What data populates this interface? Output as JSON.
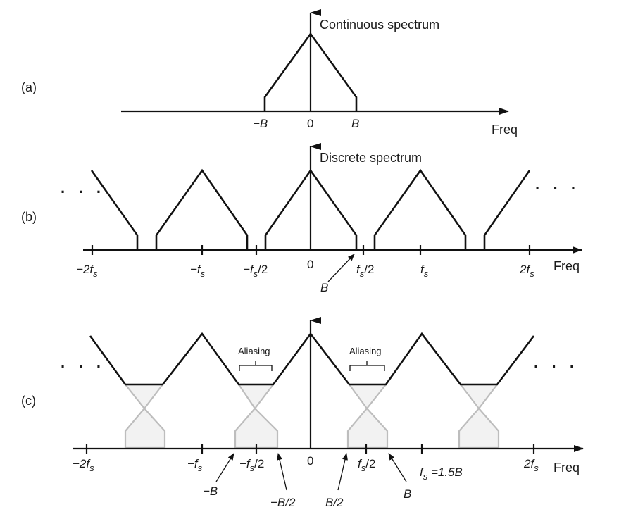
{
  "panels": {
    "a": {
      "label": "(a)",
      "title": "Continuous spectrum",
      "ticks": {
        "minus_b": "−B",
        "zero": "0",
        "b": "B"
      },
      "axis_label": "Freq"
    },
    "b": {
      "label": "(b)",
      "title": "Discrete spectrum",
      "ticks": {
        "minus_2fs": "−2f",
        "minus_fs": "−f",
        "minus_fs_half": "−f",
        "zero": "0",
        "fs_half": "f",
        "fs": "f",
        "two_fs": "2f"
      },
      "subscript": "s",
      "half_suffix": "/2",
      "pointer_b": "B",
      "axis_label": "Freq",
      "ellipsis": "· · ·"
    },
    "c": {
      "label": "(c)",
      "aliasing_label": "Aliasing",
      "ticks": {
        "minus_2fs": "−2f",
        "minus_fs": "−f",
        "minus_fs_half": "−f",
        "zero": "0",
        "fs_half": "f",
        "fs_eq": "f",
        "fs_eq_suffix": " =1.5B",
        "two_fs": "2f"
      },
      "subscript": "s",
      "half_suffix": "/2",
      "pointers": {
        "minus_b": "−B",
        "minus_b_half": "−B/2",
        "b_half": "B/2",
        "b": "B"
      },
      "axis_label": "Freq",
      "ellipsis": "· · ·"
    }
  }
}
